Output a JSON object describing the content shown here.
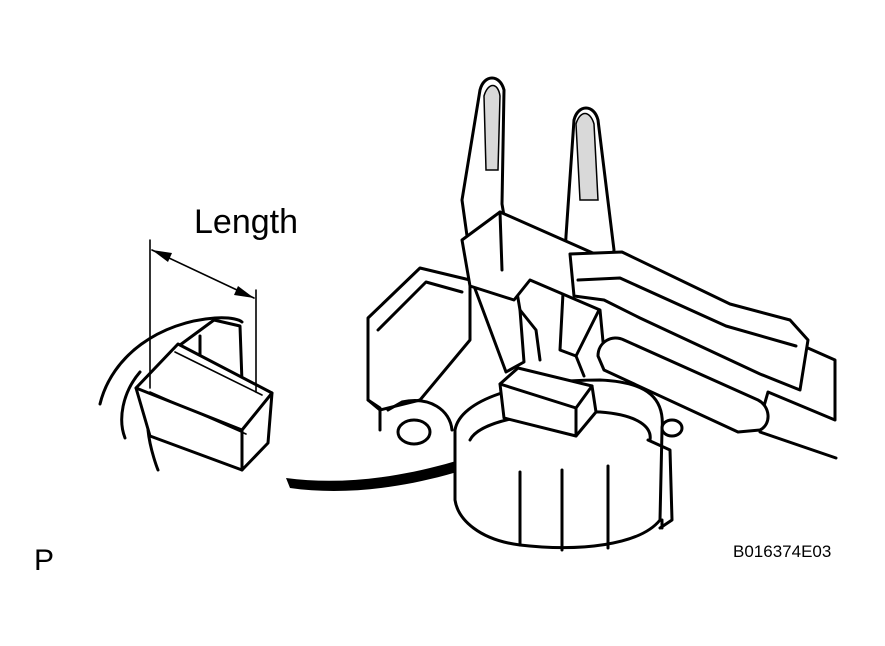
{
  "labels": {
    "dimension": "Length",
    "view": "P",
    "figure_code": "B016374E03"
  },
  "colors": {
    "ink": "#000000",
    "paper": "#ffffff",
    "shade": "#d9d9d9"
  }
}
